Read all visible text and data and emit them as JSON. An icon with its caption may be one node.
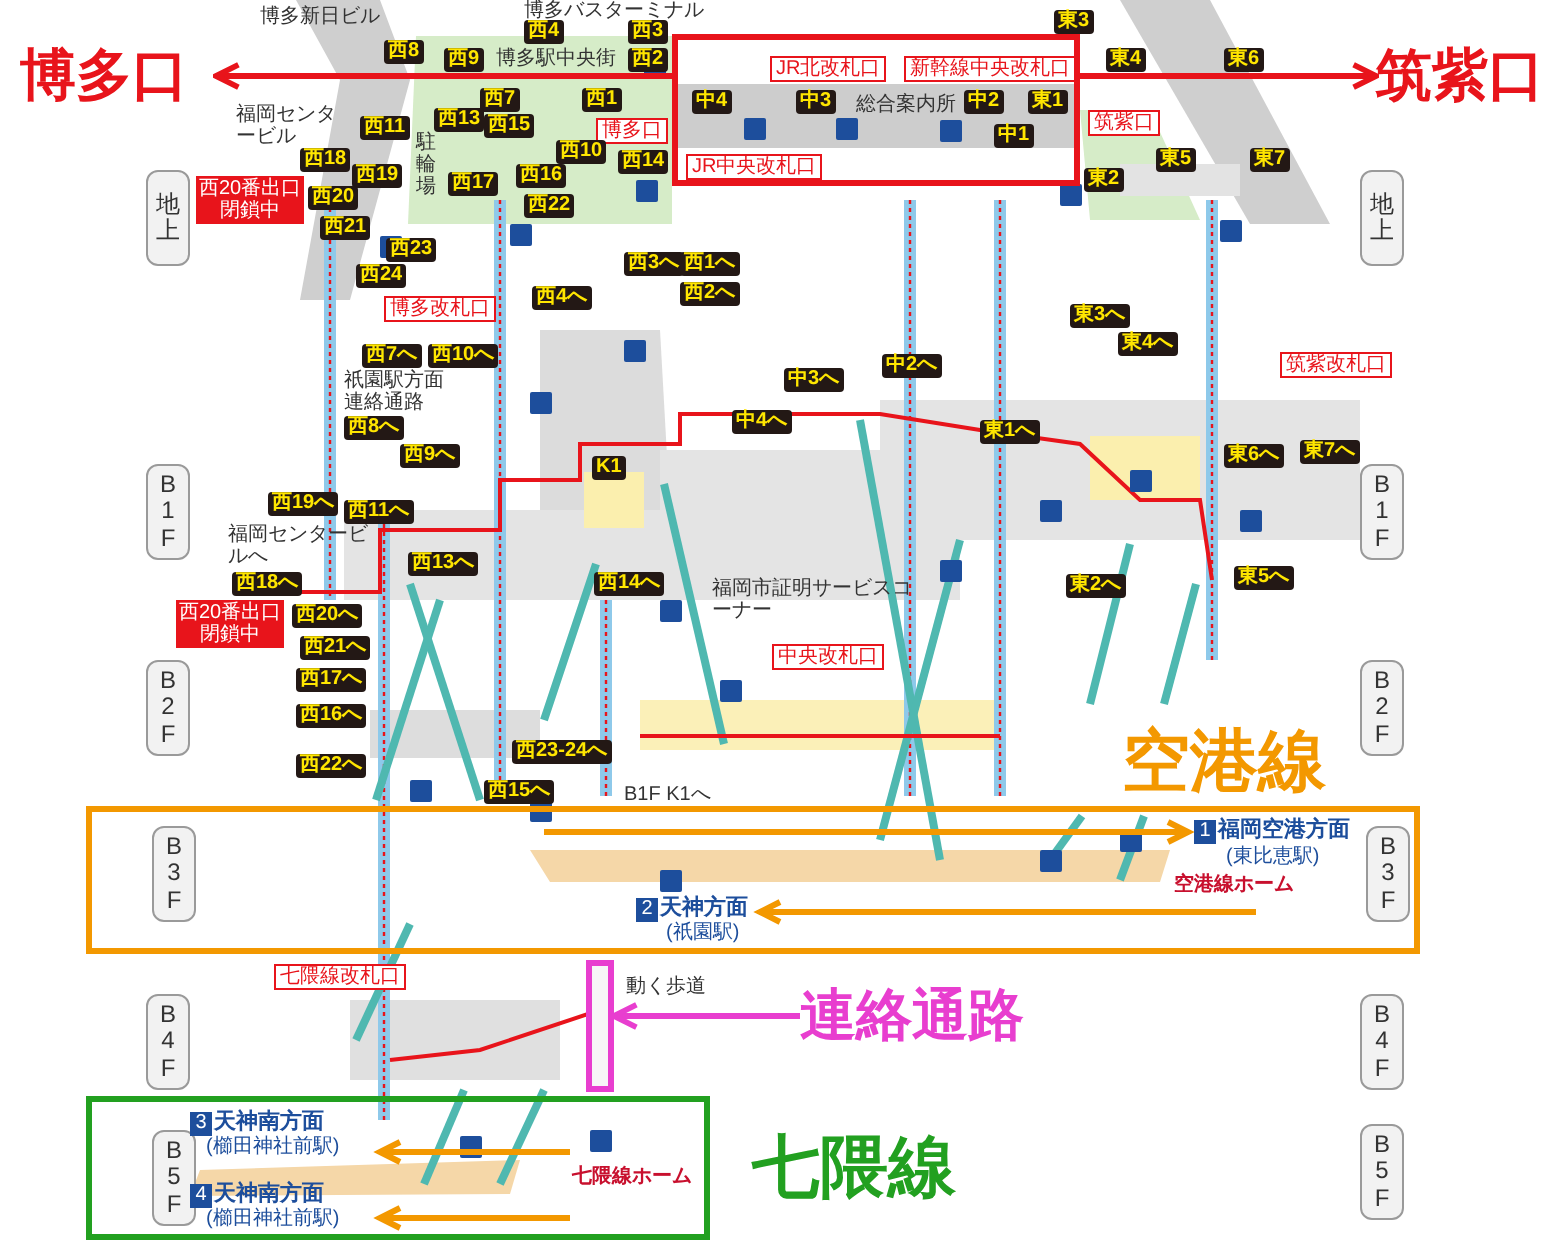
{
  "diagram": {
    "nodes": [
      {
        "text": [
          "博多口"
        ]
      },
      {
        "text": [],
        "shape": "box"
      },
      {
        "text": [
          "筑紫口"
        ]
      },
      {
        "text": [],
        "shape": "box",
        "beside": [
          "空港線"
        ]
      },
      {
        "text": [],
        "shape": "bar"
      },
      {
        "text": [
          "連絡通路"
        ]
      },
      {
        "text": [],
        "shape": "box",
        "beside": [
          "七隈線"
        ]
      },
      {
        "text": [
          "地上"
        ]
      },
      {
        "text": [
          "B1F"
        ]
      },
      {
        "text": [
          "B2F"
        ]
      },
      {
        "text": [
          "B3F"
        ],
        "in": 3
      },
      {
        "text": [
          "B4F"
        ]
      },
      {
        "text": [
          "B5F"
        ],
        "in": 6
      },
      {
        "text": [
          "地上"
        ]
      },
      {
        "text": [
          "B1F"
        ]
      },
      {
        "text": [
          "B2F"
        ]
      },
      {
        "text": [
          "B3F"
        ],
        "in": 3
      },
      {
        "text": [
          "B4F"
        ]
      },
      {
        "text": [
          "B5F"
        ]
      }
    ],
    "edges": [
      {
        "from": 1,
        "to": 0,
        "arrow": "to"
      },
      {
        "from": 1,
        "to": 2,
        "arrow": "to"
      },
      {
        "from": 5,
        "to": 4,
        "arrow": "to",
        "color": "#e83ecf"
      }
    ],
    "labels": [
      "博多新日ビル",
      "博多バスターミナル",
      "西8",
      "西4",
      "西3",
      "西9",
      "博多駅中央街",
      "西2",
      "西7",
      "西1",
      "西13",
      "西15",
      "博多口",
      "西10",
      "駐輪場",
      "西14",
      "西17",
      "西16",
      "西22",
      "福岡センタービル",
      "西11",
      "西18",
      "西19",
      "西20番出口閉鎖中",
      "西20",
      "西21",
      "西23",
      "西24",
      "JR北改札口",
      "新幹線中央改札口",
      "中4",
      "中3",
      "総合案内所",
      "中2",
      "東1",
      "中1",
      "JR中央改札口",
      "東3",
      "東4",
      "東6",
      "筑紫口",
      "東5",
      "東2",
      "東7",
      "博多改札口",
      "西4へ",
      "西3へ",
      "西1へ",
      "西2へ",
      "西7へ",
      "西10へ",
      "祇園駅方面連絡通路",
      "西8へ",
      "西9へ",
      "西11へ",
      "西19へ",
      "福岡センタービルへ",
      "西18へ",
      "西20番出口閉鎖中",
      "西20へ",
      "西21へ",
      "西13へ",
      "西14へ",
      "K1",
      "中3へ",
      "中4へ",
      "中2へ",
      "福岡市証明サービスコーナー",
      "中央改札口",
      "東3へ",
      "東4へ",
      "東1へ",
      "筑紫改札口",
      "東6へ",
      "東7へ",
      "東5へ",
      "東2へ",
      "西17へ",
      "西16へ",
      "西22へ",
      "西23-24へ",
      "西15へ",
      "B1F K1へ",
      "1",
      "福岡空港方面",
      "(東比恵駅)",
      "空港線ホーム",
      "2",
      "天神方面",
      "(祇園駅)",
      "七隈線改札口",
      "動く歩道",
      "3",
      "天神南方面",
      "(櫛田神社前駅)",
      "七隈線ホーム",
      "4",
      "天神南方面",
      "(櫛田神社前駅)"
    ]
  }
}
